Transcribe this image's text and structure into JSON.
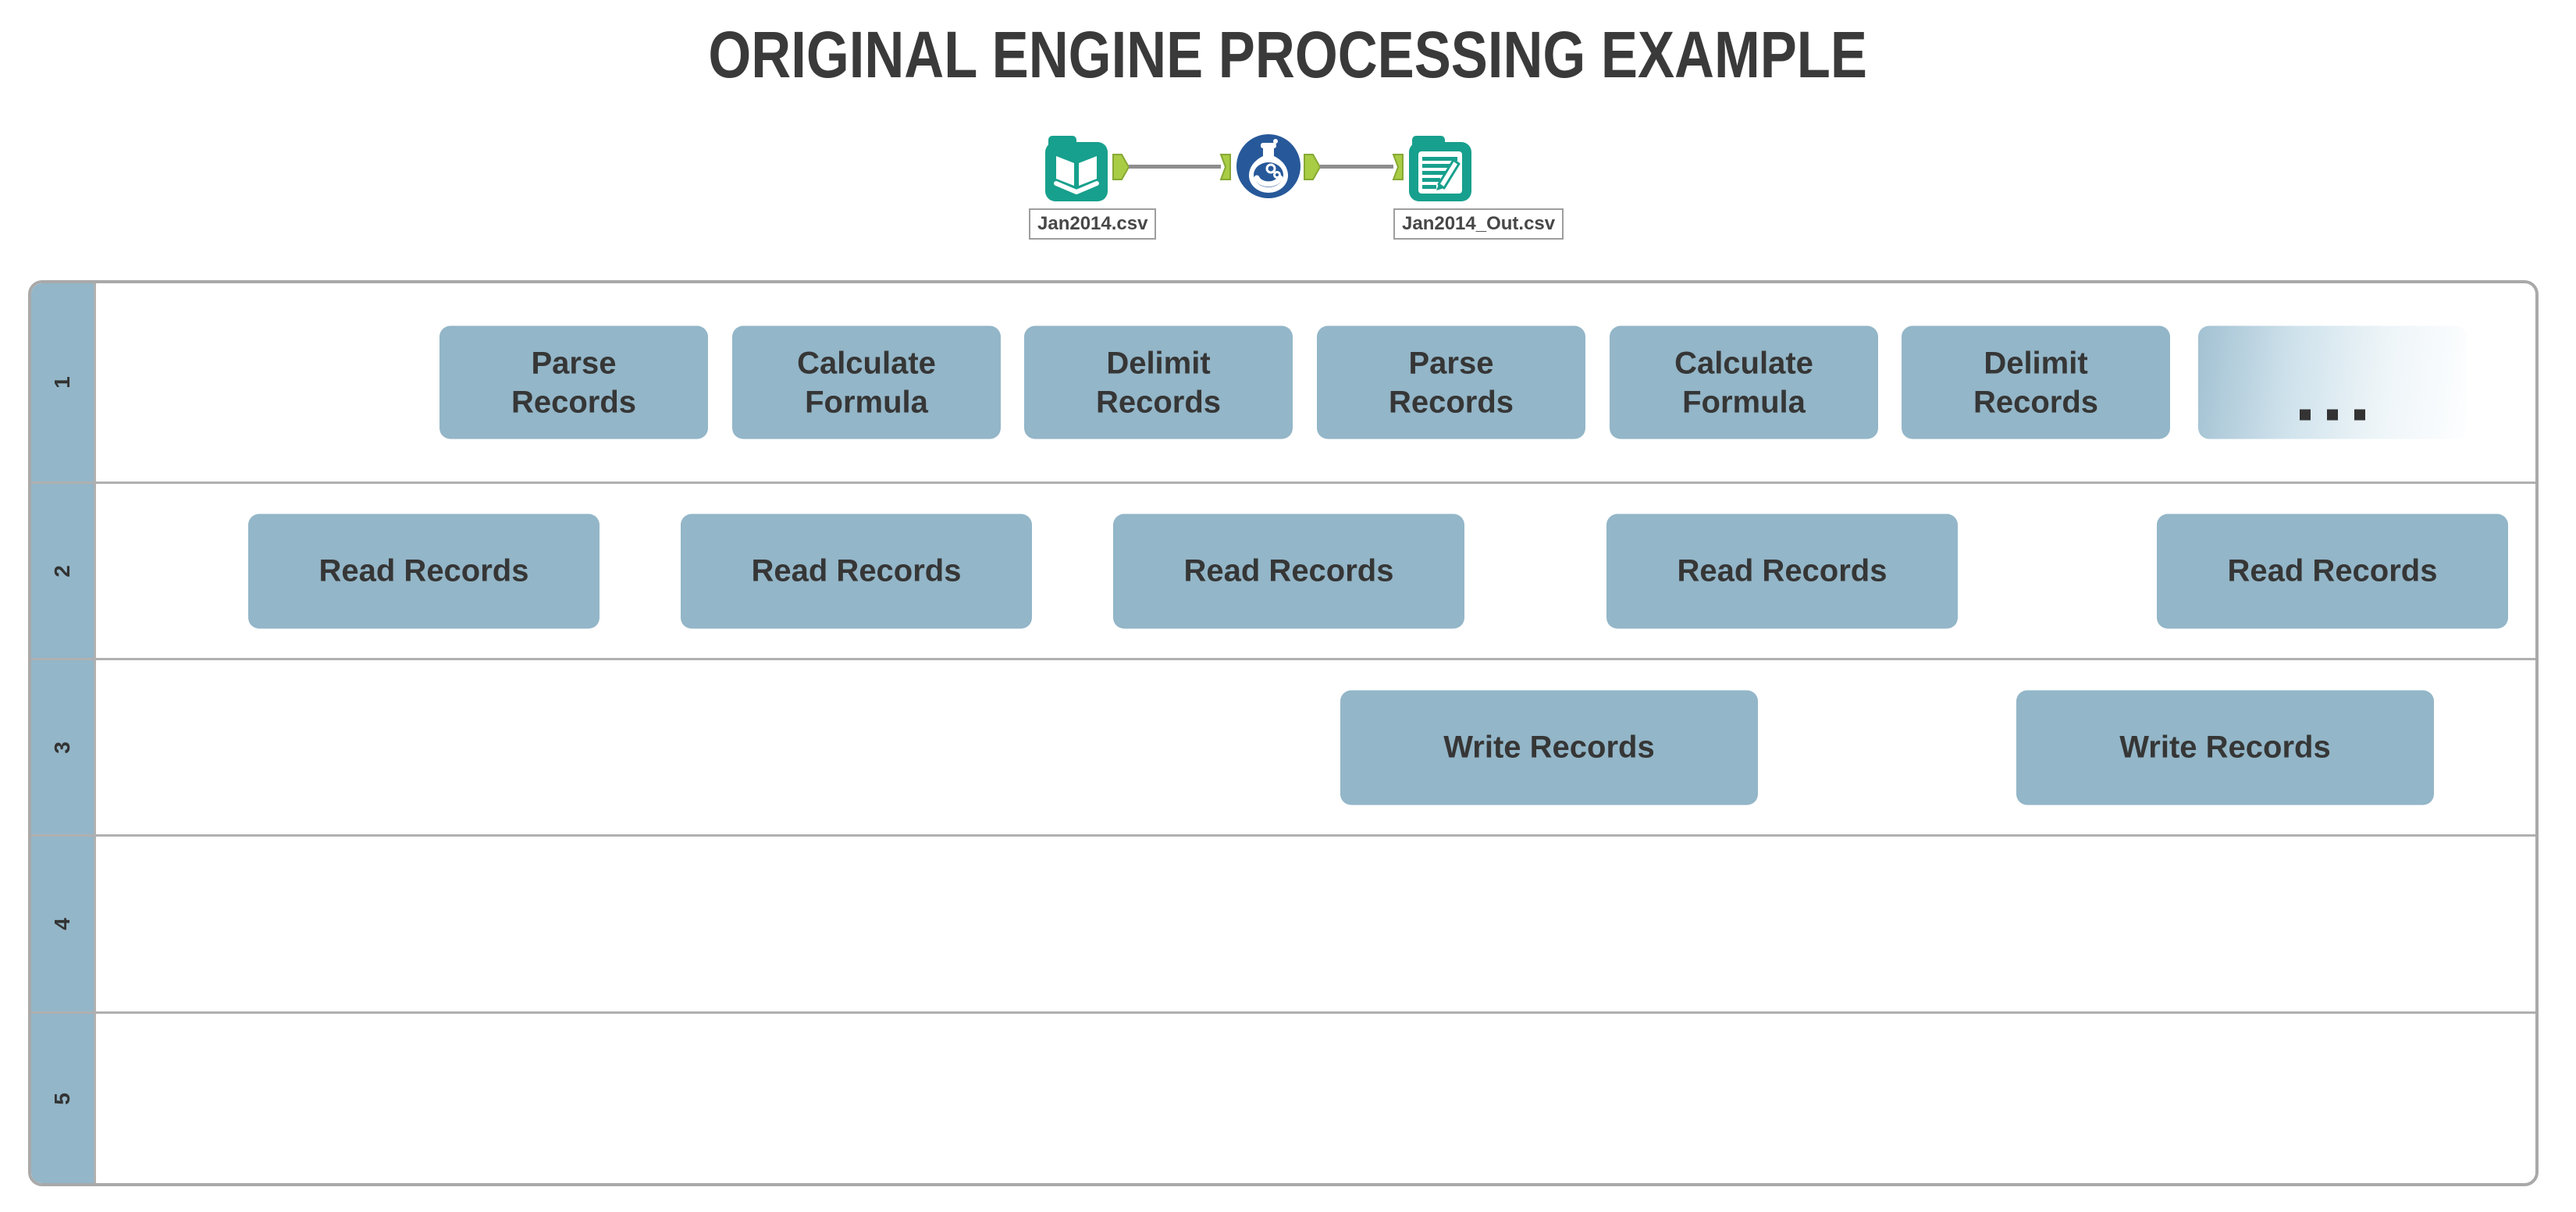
{
  "title": "ORIGINAL ENGINE PROCESSING EXAMPLE",
  "workflow": {
    "nodes": [
      {
        "type": "input-data-tool",
        "label": "Jan2014.csv"
      },
      {
        "type": "formula-tool",
        "label": ""
      },
      {
        "type": "output-data-tool",
        "label": "Jan2014_Out.csv"
      }
    ]
  },
  "lanes": [
    {
      "label": "1",
      "boxes": [
        "Parse\nRecords",
        "Calculate\nFormula",
        "Delimit\nRecords",
        "Parse\nRecords",
        "Calculate\nFormula",
        "Delimit\nRecords",
        "..."
      ]
    },
    {
      "label": "2",
      "boxes": [
        "Read Records",
        "Read Records",
        "Read Records",
        "Read Records",
        "Read Records"
      ]
    },
    {
      "label": "3",
      "boxes": [
        "Write Records",
        "Write Records"
      ]
    },
    {
      "label": "4",
      "boxes": []
    },
    {
      "label": "5",
      "boxes": []
    }
  ],
  "colors": {
    "process_box": "#93b6c8",
    "tool_teal": "#17a08d",
    "tool_blue": "#27599a",
    "connector_green": "#a9cc45",
    "border_gray": "#a9a9a9",
    "text_dark": "#3a3a3a"
  }
}
